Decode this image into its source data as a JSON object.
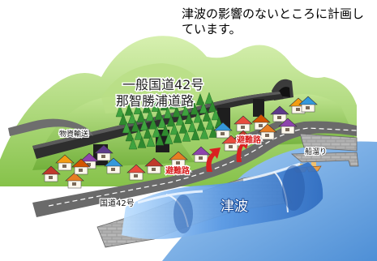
{
  "caption": "津波の影響のないところに計画しています。",
  "labels": {
    "highway_line1": "一般国道42号",
    "highway_line2": "那智勝浦道路",
    "supply_transport": "物資輸送",
    "evacuation_route_left": "避難路",
    "evacuation_route_right": "避難路",
    "boat_slip": "船溜り",
    "route_42": "国道42号",
    "tsunami": "津波"
  },
  "colors": {
    "mountain_green": "#a6d86a",
    "highway_deck": "#3a3a3a",
    "tunnel": "#4a4a4a",
    "road": "#6e6e6e",
    "sea_blue": "#6fa6e0",
    "tsunami_wave": "#3f7fd0",
    "evacuation_arrow": "#cc2222",
    "seawall_brick": "#8a8a8a",
    "forest": "#2f8a2f"
  },
  "icons": [
    "house-icon",
    "tree-icon",
    "tunnel-icon",
    "boat-icon",
    "evacuation-arrow-icon"
  ]
}
